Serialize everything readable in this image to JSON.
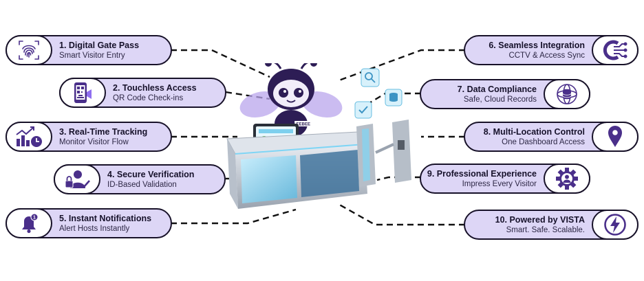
{
  "features_left": [
    {
      "title": "1. Digital Gate Pass",
      "subtitle": "Smart Visitor Entry",
      "icon": "fingerprint-icon"
    },
    {
      "title": "2. Touchless Access",
      "subtitle": "QR Code Check-ins",
      "icon": "qr-phone-icon"
    },
    {
      "title": "3. Real-Time Tracking",
      "subtitle": "Monitor Visitor Flow",
      "icon": "analytics-clock-icon"
    },
    {
      "title": "4. Secure Verification",
      "subtitle": "ID-Based Validation",
      "icon": "user-lock-check-icon"
    },
    {
      "title": "5. Instant Notifications",
      "subtitle": "Alert Hosts Instantly",
      "icon": "bell-icon"
    }
  ],
  "features_right": [
    {
      "title": "6. Seamless Integration",
      "subtitle": "CCTV & Access Sync",
      "icon": "circuit-icon"
    },
    {
      "title": "7. Data Compliance",
      "subtitle": "Safe, Cloud Records",
      "icon": "database-globe-icon"
    },
    {
      "title": "8. Multi-Location Control",
      "subtitle": "One Dashboard Access",
      "icon": "location-pin-icon"
    },
    {
      "title": "9. Professional Experience",
      "subtitle": "Impress Every Visitor",
      "icon": "gear-person-icon"
    },
    {
      "title": "10. Powered by VISTA",
      "subtitle": "Smart. Safe. Scalable.",
      "icon": "lightning-icon"
    }
  ],
  "mascot": {
    "badge": "LEEBEE"
  },
  "colors": {
    "card": "#ddd6f6",
    "border": "#171128",
    "icon": "#4a2f8a",
    "accent": "#8f6ef0"
  }
}
